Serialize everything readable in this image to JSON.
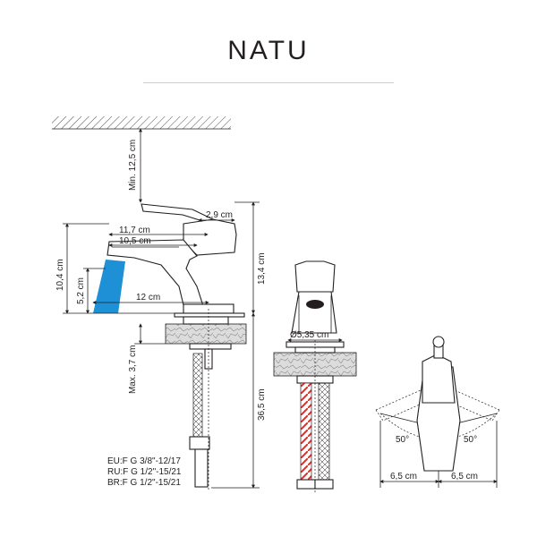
{
  "title": "NATU",
  "dimensions": {
    "min_ceiling": "Min. 12,5 cm",
    "handle_width": "2,9 cm",
    "spout_length_outer": "11,7 cm",
    "spout_length_inner": "10,5 cm",
    "height_spout": "10,4 cm",
    "height_total": "13,4 cm",
    "aerator_height": "5,2 cm",
    "reach": "12 cm",
    "max_thickness": "Max. 3,7 cm",
    "hose_length": "36,5 cm",
    "base_diameter": "Ø5,35 cm",
    "angle_left": "50°",
    "angle_right": "50°",
    "offset_left": "6,5 cm",
    "offset_right": "6,5 cm"
  },
  "connections": {
    "eu": "EU:F G 3/8\"-12/17",
    "ru": "RU:F G 1/2\"-15/21",
    "br": "BR:F G 1/2\"-15/21"
  },
  "colors": {
    "water_stream": "#1e90d6",
    "hot_hose": "#d9302c",
    "line": "#231f20"
  }
}
